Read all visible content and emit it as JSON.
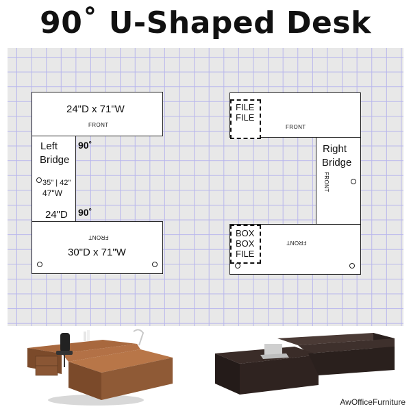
{
  "title": "90˚ U-Shaped Desk",
  "left_layout": {
    "top_desk": {
      "size": "24\"D x 71\"W",
      "front": "FRONT"
    },
    "bridge": {
      "line1": "Left",
      "line2": "Bridge",
      "size_a": "35\" | 42\"",
      "size_b": "47\"W",
      "depth": "24\"D"
    },
    "angle_top": "90˚",
    "angle_bottom": "90˚",
    "bottom_desk": {
      "size": "30\"D x 71\"W",
      "front": "FRONT"
    }
  },
  "right_layout": {
    "top_desk": {
      "file1": "FILE",
      "file2": "FILE",
      "front": "FRONT"
    },
    "bridge": {
      "line1": "Right",
      "line2": "Bridge",
      "front": "FRONT"
    },
    "bottom_desk": {
      "box1": "BOX",
      "box2": "BOX",
      "file": "FILE",
      "front": "FRONT"
    }
  },
  "brand": "AwOfficeFurniture",
  "colors": {
    "grid_line": "#b8b6ec",
    "grid_bg": "#e8e8e8",
    "walnut": "#8a5634",
    "espresso": "#2f2320"
  }
}
